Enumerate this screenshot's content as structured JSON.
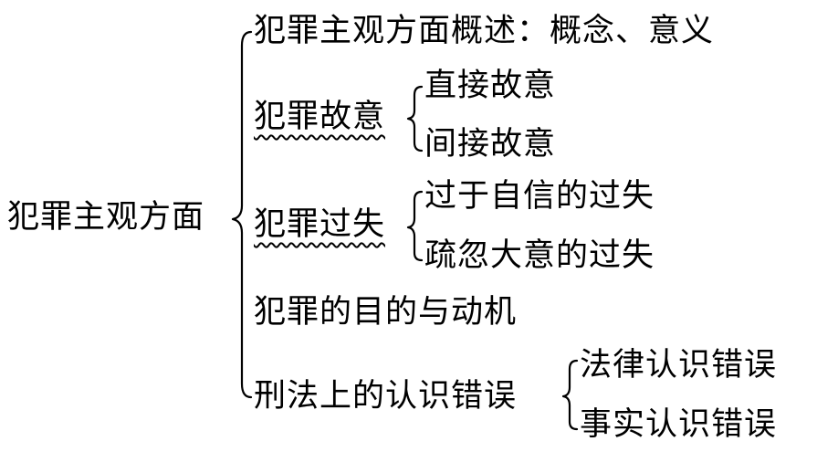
{
  "root": {
    "label": "犯罪主观方面"
  },
  "branches": [
    {
      "label": "犯罪主观方面概述：概念、意义",
      "children": []
    },
    {
      "label": "犯罪故意",
      "emphasis": "wavy-underline",
      "children": [
        {
          "label": "直接故意"
        },
        {
          "label": "间接故意"
        }
      ]
    },
    {
      "label": "犯罪过失",
      "emphasis": "wavy-underline",
      "children": [
        {
          "label": "过于自信的过失"
        },
        {
          "label": "疏忽大意的过失"
        }
      ]
    },
    {
      "label": "犯罪的目的与动机",
      "children": []
    },
    {
      "label": "刑法上的认识错误",
      "children": [
        {
          "label": "法律认识错误"
        },
        {
          "label": "事实认识错误"
        }
      ]
    }
  ]
}
